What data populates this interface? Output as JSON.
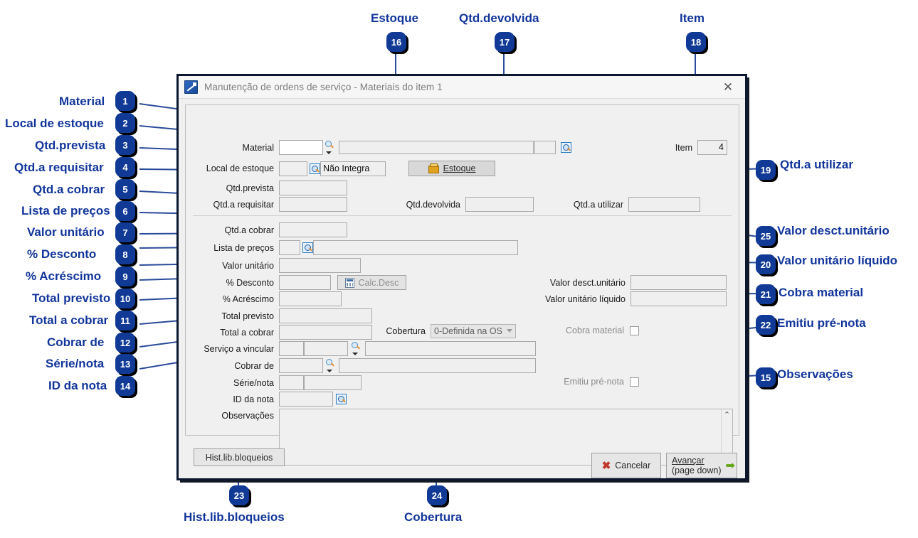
{
  "window": {
    "title": "Manutenção de ordens de serviço - Materiais do item  1",
    "app_icon": "app-chart-icon",
    "close_label": "✕",
    "help_label": "?"
  },
  "form": {
    "material": {
      "label": "Material",
      "code_value": "",
      "desc_value": "",
      "extra_value": ""
    },
    "local_estoque": {
      "label": "Local de estoque",
      "code_value": "",
      "desc_value": "Não Integra"
    },
    "estoque_button": {
      "label": "Estoque",
      "accesskey": "E"
    },
    "qtd_prevista": {
      "label": "Qtd.prevista",
      "value": ""
    },
    "qtd_a_requisitar": {
      "label": "Qtd.a requisitar",
      "value": ""
    },
    "qtd_devolvida": {
      "label": "Qtd.devolvida",
      "value": ""
    },
    "qtd_a_utilizar": {
      "label": "Qtd.a utilizar",
      "value": ""
    },
    "item": {
      "label": "Item",
      "value": "4"
    },
    "qtd_a_cobrar": {
      "label": "Qtd.a cobrar",
      "value": ""
    },
    "lista_precos": {
      "label": "Lista de preços",
      "code_value": "",
      "desc_value": ""
    },
    "valor_unitario": {
      "label": "Valor unitário",
      "value": ""
    },
    "pct_desconto": {
      "label": "% Desconto",
      "value": ""
    },
    "calc_desc_button": {
      "label": "Calc.Desc",
      "accesskey": "D"
    },
    "pct_acrescimo": {
      "label": "% Acréscimo",
      "value": ""
    },
    "total_previsto": {
      "label": "Total previsto",
      "value": ""
    },
    "total_a_cobrar": {
      "label": "Total a cobrar",
      "value": ""
    },
    "valor_desct_unitario": {
      "label": "Valor desct.unitário",
      "value": ""
    },
    "valor_unitario_liquido": {
      "label": "Valor unitário líquido",
      "value": ""
    },
    "cobertura": {
      "label": "Cobertura",
      "selected": "0-Definida na OS",
      "options": [
        "0-Definida na OS"
      ]
    },
    "cobra_material": {
      "label": "Cobra material",
      "checked": false
    },
    "servico_a_vincular": {
      "label": "Serviço a vincular",
      "code_value": "",
      "code2_value": "",
      "desc_value": ""
    },
    "cobrar_de": {
      "label": "Cobrar de",
      "code_value": "",
      "desc_value": ""
    },
    "serie_nota": {
      "label": "Série/nota",
      "serie_value": "",
      "nota_value": ""
    },
    "emitiu_pre_nota": {
      "label": "Emitiu pré-nota",
      "checked": false
    },
    "id_da_nota": {
      "label": "ID da nota",
      "value": ""
    },
    "observacoes": {
      "label": "Observações",
      "value": ""
    }
  },
  "footer": {
    "hist_button": {
      "label": "Hist.lib.bloqueios",
      "accesskey": "H"
    },
    "cancel_button": {
      "label": "Cancelar",
      "icon": "red-x-icon"
    },
    "advance_button": {
      "line1": "Avançar",
      "line2": "(page down)",
      "icon": "green-arrow-icon"
    }
  },
  "annotations": {
    "accent_color": "#12359b",
    "badge_color": "#103a96",
    "items": [
      {
        "n": "1",
        "label": "Material"
      },
      {
        "n": "2",
        "label": "Local de estoque"
      },
      {
        "n": "3",
        "label": "Qtd.prevista"
      },
      {
        "n": "4",
        "label": "Qtd.a requisitar"
      },
      {
        "n": "5",
        "label": "Qtd.a cobrar"
      },
      {
        "n": "6",
        "label": "Lista de preços"
      },
      {
        "n": "7",
        "label": "Valor unitário"
      },
      {
        "n": "8",
        "label": "% Desconto"
      },
      {
        "n": "9",
        "label": "% Acréscimo"
      },
      {
        "n": "10",
        "label": "Total previsto"
      },
      {
        "n": "11",
        "label": "Total a cobrar"
      },
      {
        "n": "12",
        "label": "Cobrar de"
      },
      {
        "n": "13",
        "label": "Série/nota"
      },
      {
        "n": "14",
        "label": "ID da nota"
      },
      {
        "n": "15",
        "label": "Observações"
      },
      {
        "n": "16",
        "label": "Estoque"
      },
      {
        "n": "17",
        "label": "Qtd.devolvida"
      },
      {
        "n": "18",
        "label": "Item"
      },
      {
        "n": "19",
        "label": "Qtd.a utilizar"
      },
      {
        "n": "20",
        "label": "Valor unitário líquido"
      },
      {
        "n": "21",
        "label": "Cobra material"
      },
      {
        "n": "22",
        "label": "Emitiu pré-nota"
      },
      {
        "n": "23",
        "label": "Hist.lib.bloqueios"
      },
      {
        "n": "24",
        "label": "Cobertura"
      },
      {
        "n": "25",
        "label": "Valor desct.unitário"
      }
    ]
  }
}
